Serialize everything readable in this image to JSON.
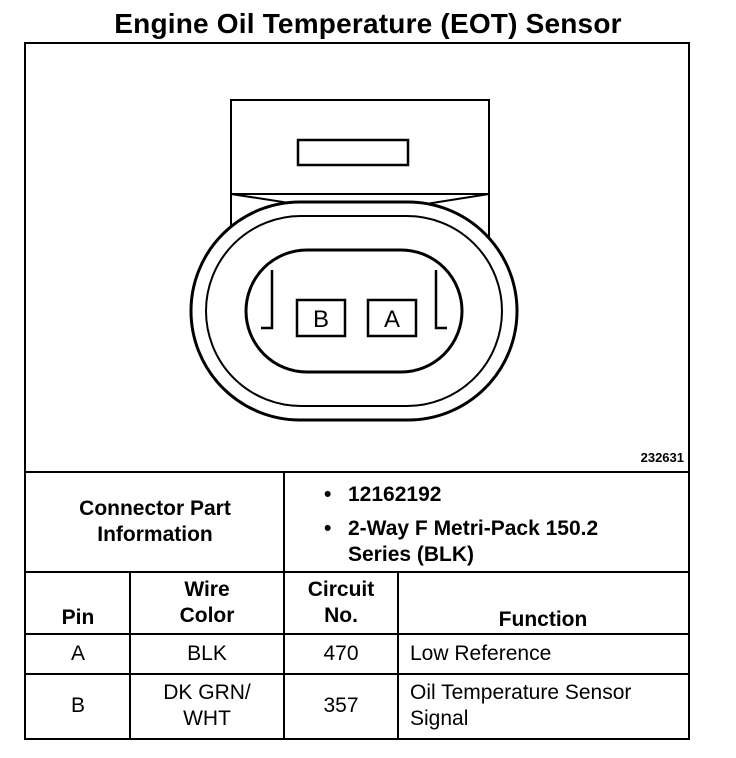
{
  "title": "Engine Oil Temperature (EOT) Sensor",
  "figure_number": "232631",
  "connector": {
    "pins": [
      "B",
      "A"
    ]
  },
  "part_info": {
    "label": "Connector Part Information",
    "items": [
      "12162192",
      "2-Way F Metri-Pack 150.2 Series (BLK)"
    ]
  },
  "table": {
    "headers": [
      "Pin",
      "Wire Color",
      "Circuit No.",
      "Function"
    ],
    "rows": [
      [
        "A",
        "BLK",
        "470",
        "Low Reference"
      ],
      [
        "B",
        "DK GRN/ WHT",
        "357",
        "Oil Temperature Sensor Signal"
      ]
    ]
  }
}
